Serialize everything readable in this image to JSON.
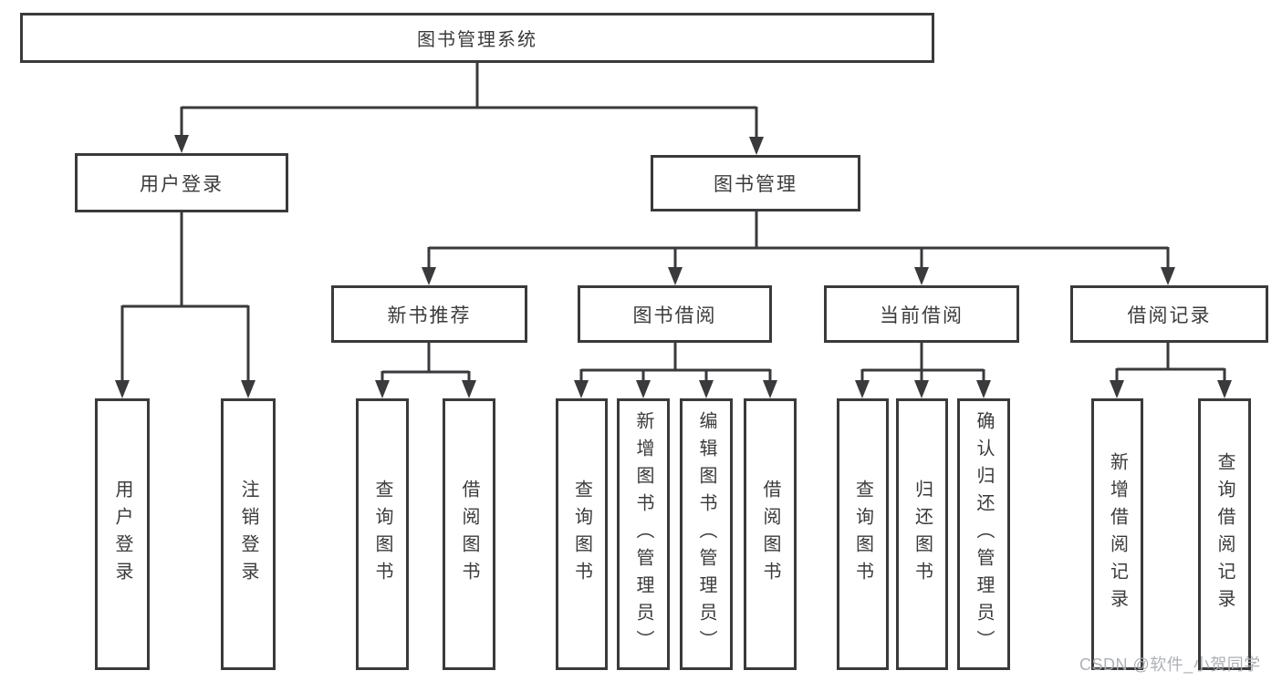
{
  "tree": {
    "root": {
      "label": "图书管理系统",
      "children": [
        {
          "label": "用户登录",
          "children": [
            {
              "label": "用户登录"
            },
            {
              "label": "注销登录"
            }
          ]
        },
        {
          "label": "图书管理",
          "children": [
            {
              "label": "新书推荐",
              "children": [
                {
                  "label": "查询图书"
                },
                {
                  "label": "借阅图书"
                }
              ]
            },
            {
              "label": "图书借阅",
              "children": [
                {
                  "label": "查询图书"
                },
                {
                  "label": "新增图书（管理员）"
                },
                {
                  "label": "编辑图书（管理员）"
                },
                {
                  "label": "借阅图书"
                }
              ]
            },
            {
              "label": "当前借阅",
              "children": [
                {
                  "label": "查询图书"
                },
                {
                  "label": "归还图书"
                },
                {
                  "label": "确认归还（管理员）"
                }
              ]
            },
            {
              "label": "借阅记录",
              "children": [
                {
                  "label": "新增借阅记录"
                },
                {
                  "label": "查询借阅记录"
                }
              ]
            }
          ]
        }
      ]
    }
  },
  "watermark": "CSDN @软件_小贺同学",
  "colors": {
    "line": "#3a3a3c",
    "text": "#3b3b3d",
    "watermark": "#aaadb1",
    "background": "#ffffff"
  }
}
